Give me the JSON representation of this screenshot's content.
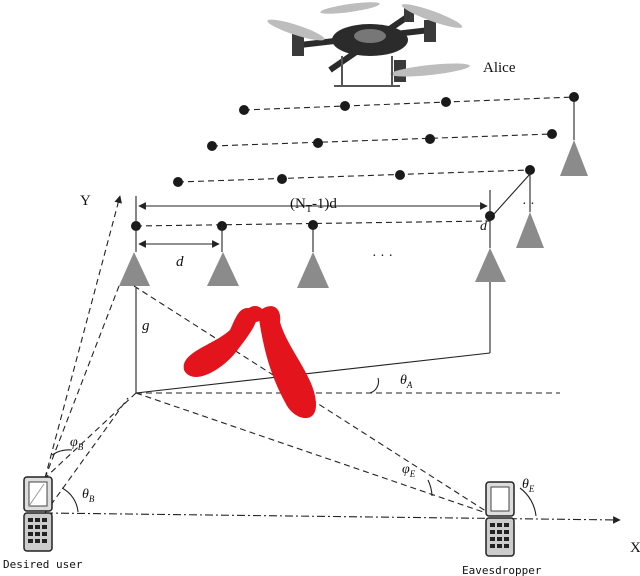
{
  "labels": {
    "alice": "Alice",
    "y_axis": "Y",
    "x_axis": "X",
    "array_length": "(N",
    "array_length_sub": "T",
    "array_length_tail": "-1)d",
    "spacing": "d",
    "spacing_right": "d",
    "height": "g",
    "ellipsis": "· · ·",
    "ellipsis_side": "· ·",
    "desired_user": "Desired user",
    "eavesdropper": "Eavesdropper",
    "theta_a": "θ",
    "theta_a_sub": "A",
    "theta_b": "θ",
    "theta_b_sub": "B",
    "phi_b": "φ",
    "phi_b_sub": "B",
    "phi_e": "φ",
    "phi_e_sub": "E",
    "theta_e": "θ",
    "theta_e_sub": "E"
  },
  "colors": {
    "beam": "#e3141c",
    "antenna": "#8b8b8b",
    "drone": "#2b2b2b"
  }
}
